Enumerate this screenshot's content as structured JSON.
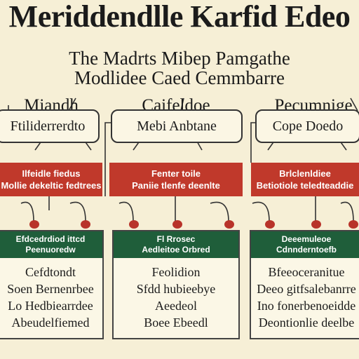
{
  "title": "Meriddendlle Karfid Edeo",
  "subtitle": [
    "The Madrts Mibep Pamgathe",
    "Modlidee Caed Cemmbarre"
  ],
  "columns": [
    {
      "label": "Miandh",
      "bubble": "Ftiliderrerdto",
      "red_box": [
        "Ilfeidle fiedus",
        "Mollie dekeltic fedtrees"
      ],
      "card_head": [
        "Efdcedrdiod ittcd",
        "Peenuoredw"
      ],
      "card_lines": [
        "Cefdtondt",
        "Soen Bernenrbee",
        "Lo Hedbiearrdee",
        "Abeudelfiemed"
      ]
    },
    {
      "label": "Caifeldoe",
      "bubble": "Mebi Anbtane",
      "red_box": [
        "Fenter toile",
        "Paniie tlenfe deenlte"
      ],
      "card_head": [
        "Fl Rrosec",
        "Aedleitoe Orbred"
      ],
      "card_lines": [
        "Feolidion",
        "Sfdd hubieebye",
        "Aeedeol",
        "Boee Ebeedl"
      ]
    },
    {
      "label": "Pecumnige",
      "bubble": "Cope Doedo",
      "red_box": [
        "Brlclenldiee",
        "Betiotiole teledteaddie"
      ],
      "card_head": [
        "Deeemuleoe",
        "Cdnnderntoefb"
      ],
      "card_lines": [
        "Bfeeoceranitue",
        "Deeo gitfsalebanrre",
        "Ino fonerbenoeidde",
        "Deontionlie deelbe"
      ]
    }
  ],
  "colors": {
    "background": "#f6efd6",
    "red_box": "#c0392b",
    "card_header": "#1f5e3a",
    "dot": "#b8332a"
  }
}
